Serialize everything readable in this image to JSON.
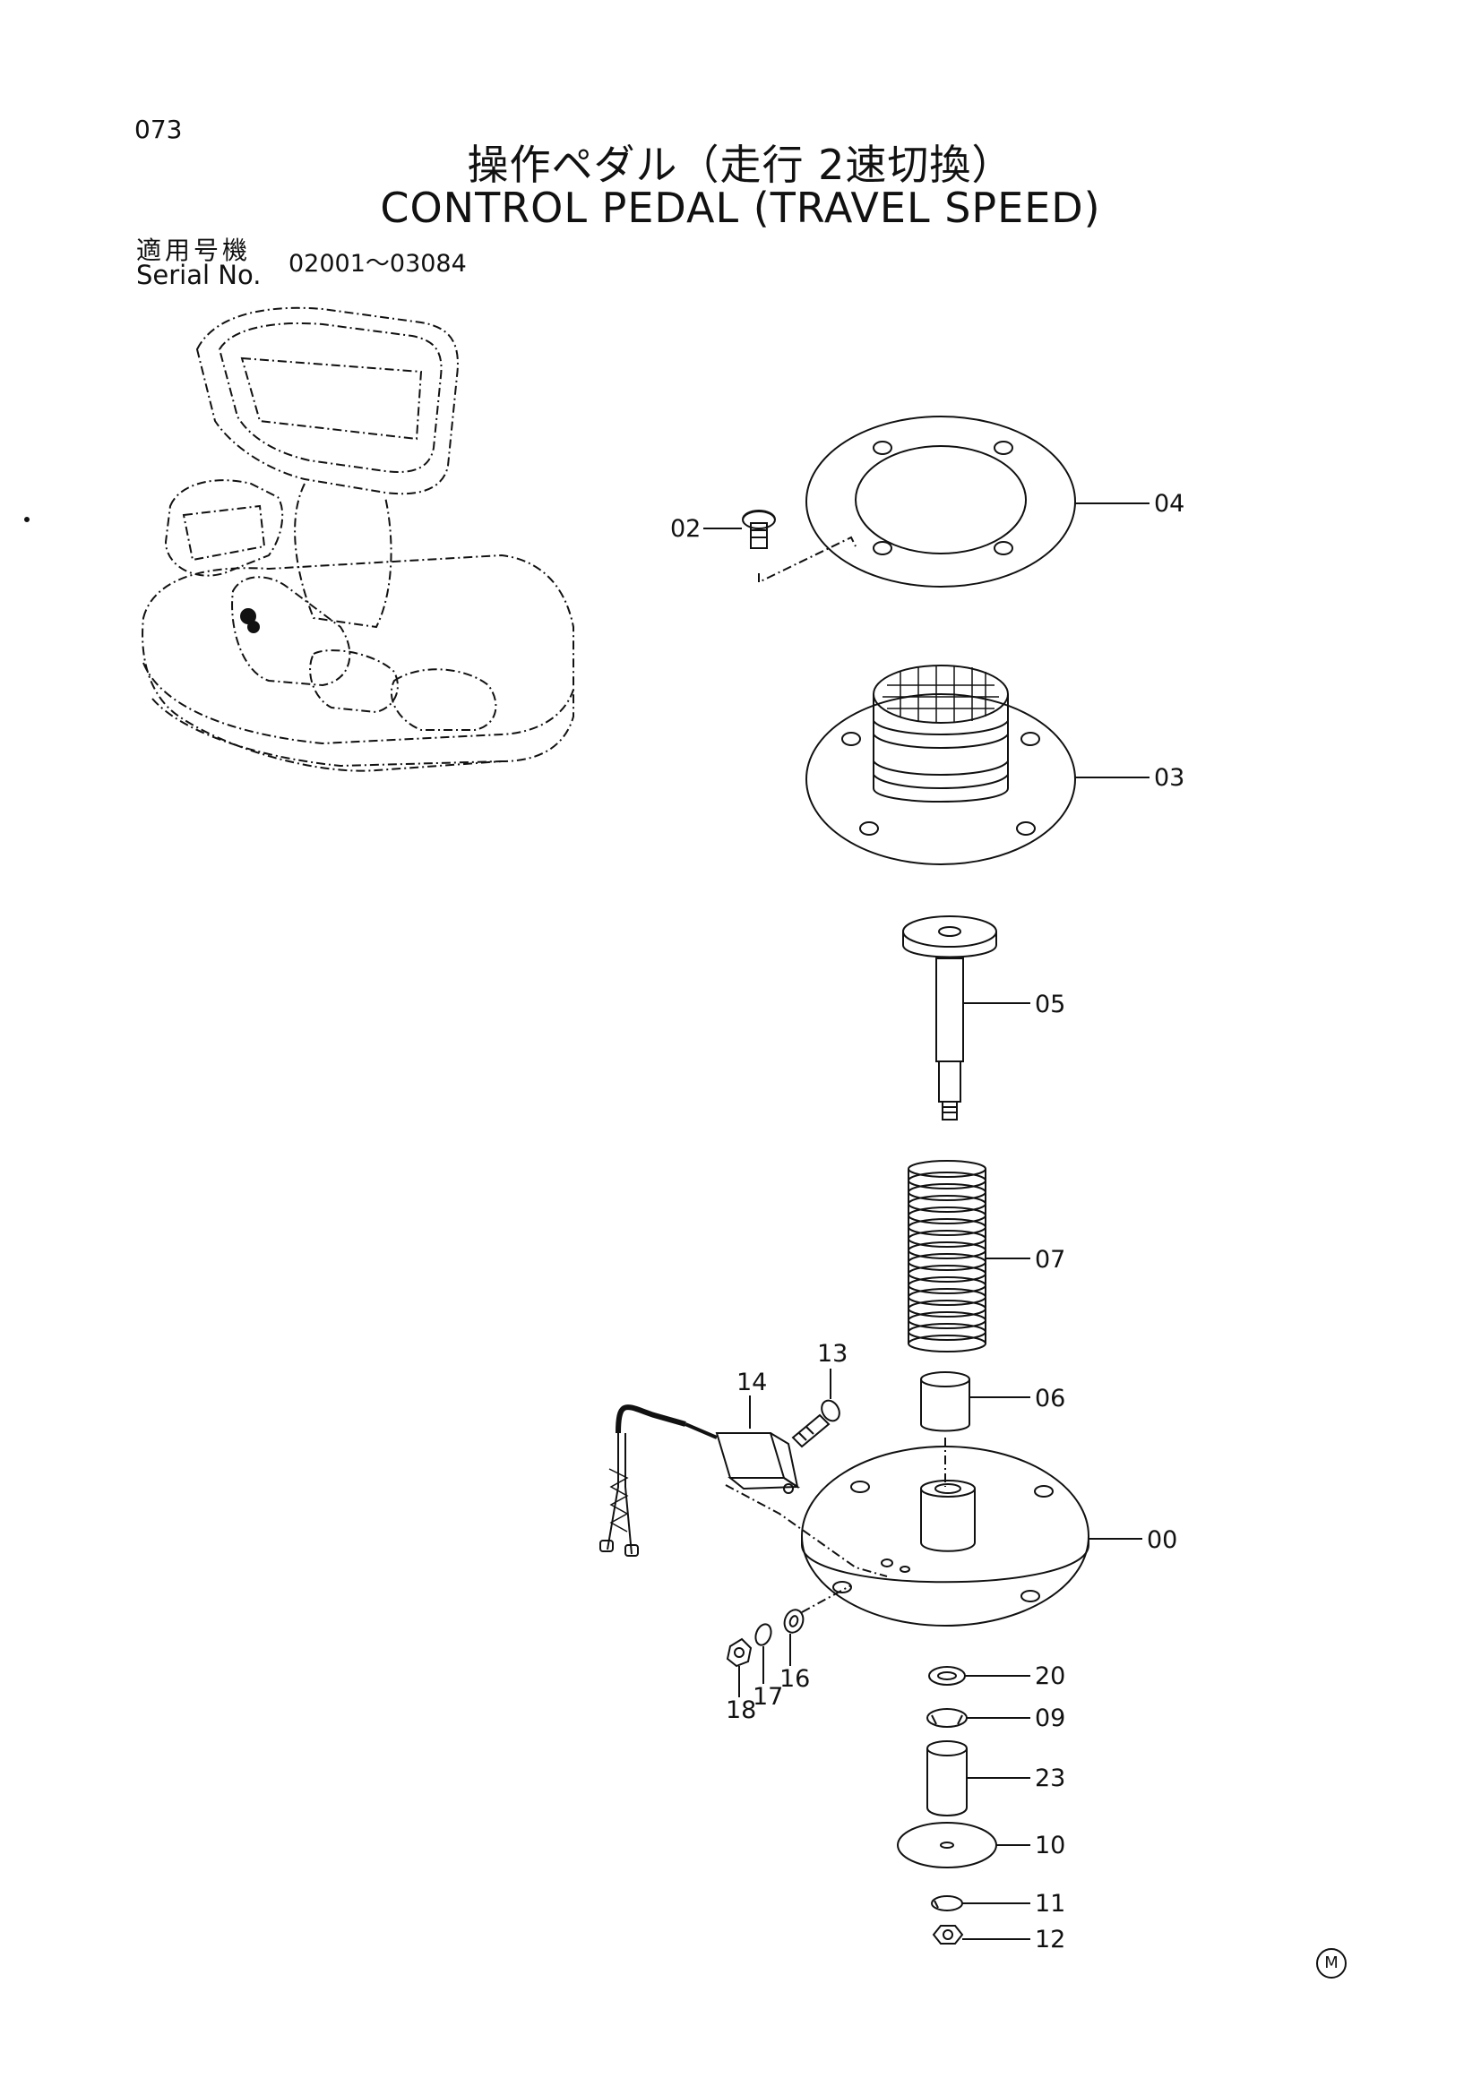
{
  "page_number": "073",
  "title_jp": "操作ペダル（走行 2速切換）",
  "title_en": "CONTROL PEDAL (TRAVEL SPEED)",
  "serial": {
    "label_jp": "適用号機",
    "label_en": "Serial No.",
    "range": "02001～03084"
  },
  "parts": {
    "p02": "02",
    "p04": "04",
    "p03": "03",
    "p05": "05",
    "p07": "07",
    "p13": "13",
    "p14": "14",
    "p06": "06",
    "p00": "00",
    "p18": "18",
    "p17": "17",
    "p16": "16",
    "p20": "20",
    "p09": "09",
    "p23": "23",
    "p10": "10",
    "p11": "11",
    "p12": "12"
  },
  "corner_mark": "M"
}
